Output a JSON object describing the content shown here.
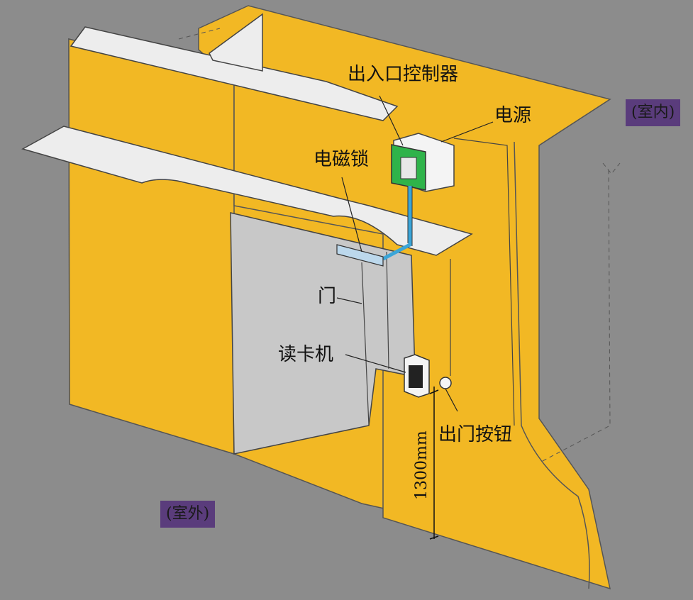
{
  "labels": {
    "controller": "出入口控制器",
    "power": "电源",
    "lock": "电磁锁",
    "door": "门",
    "reader": "读卡机",
    "exit_button": "出门按钮",
    "height": "1300mm"
  },
  "badges": {
    "indoor": "(室内)",
    "outdoor": "(室外)"
  },
  "colors": {
    "background": "#8c8c8c",
    "wall": "#f2b824",
    "controller": "#2fb34a",
    "cable": "#3aa5d8",
    "door": "#c8c8c8",
    "badge": "#5a3c7c"
  }
}
